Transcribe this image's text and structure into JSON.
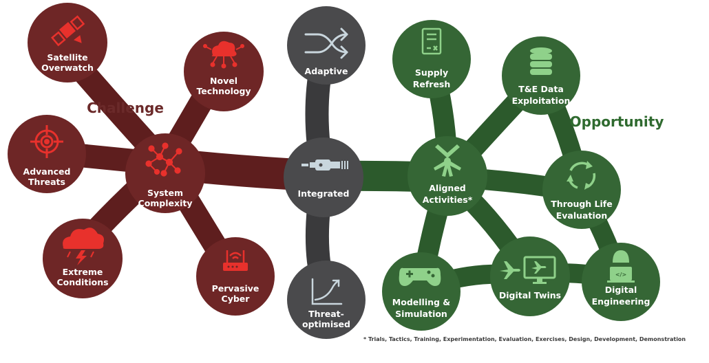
{
  "colors": {
    "challenge": "#5e1e1e",
    "challenge_node": "#6e2626",
    "center": "#3e3e40",
    "center_node": "#4a4a4c",
    "opportunity": "#2c5a2c",
    "opportunity_node": "#356635",
    "icon_red": "#e8312c",
    "icon_green": "#8fd18a",
    "icon_grey": "#c9d6dd"
  },
  "headings": {
    "challenge": "Challenge",
    "opportunity": "Opportunity"
  },
  "nodes": {
    "satellite": {
      "line1": "Satellite",
      "line2": "Overwatch",
      "icon": "satellite-icon"
    },
    "novel": {
      "line1": "Novel",
      "line2": "Technology",
      "icon": "cloud-network-icon"
    },
    "threats": {
      "line1": "Advanced",
      "line2": "Threats",
      "icon": "target-icon"
    },
    "complexity": {
      "line1": "System",
      "line2": "Complexity",
      "icon": "network-icon"
    },
    "extreme": {
      "line1": "Extreme",
      "line2": "Conditions",
      "icon": "storm-cloud-icon"
    },
    "cyber": {
      "line1": "Pervasive",
      "line2": "Cyber",
      "icon": "router-icon"
    },
    "adaptive": {
      "line1": "Adaptive",
      "icon": "shuffle-icon"
    },
    "integrated": {
      "line1": "Integrated",
      "icon": "connector-icon"
    },
    "threat_opt": {
      "line1": "Threat-",
      "line2": "optimised",
      "icon": "growth-chart-icon"
    },
    "supply": {
      "line1": "Supply",
      "line2": "Refresh",
      "icon": "document-icon"
    },
    "te_data": {
      "line1": "T&E Data",
      "line2": "Exploitation",
      "icon": "database-icon"
    },
    "aligned": {
      "line1": "Aligned",
      "line2": "Activities*",
      "icon": "hands-icon"
    },
    "through_life": {
      "line1": "Through Life",
      "line2": "Evaluation",
      "icon": "cycle-icon"
    },
    "modelling": {
      "line1": "Modelling &",
      "line2": "Simulation",
      "icon": "gamepad-icon"
    },
    "twins": {
      "line1": "Digital Twins",
      "icon": "aircraft-monitor-icon"
    },
    "engineering": {
      "line1": "Digital",
      "line2": "Engineering",
      "icon": "engineer-laptop-icon"
    }
  },
  "footnote": "* Trials, Tactics, Training, Experimentation, Evaluation, Exercises, Design, Development, Demonstration"
}
